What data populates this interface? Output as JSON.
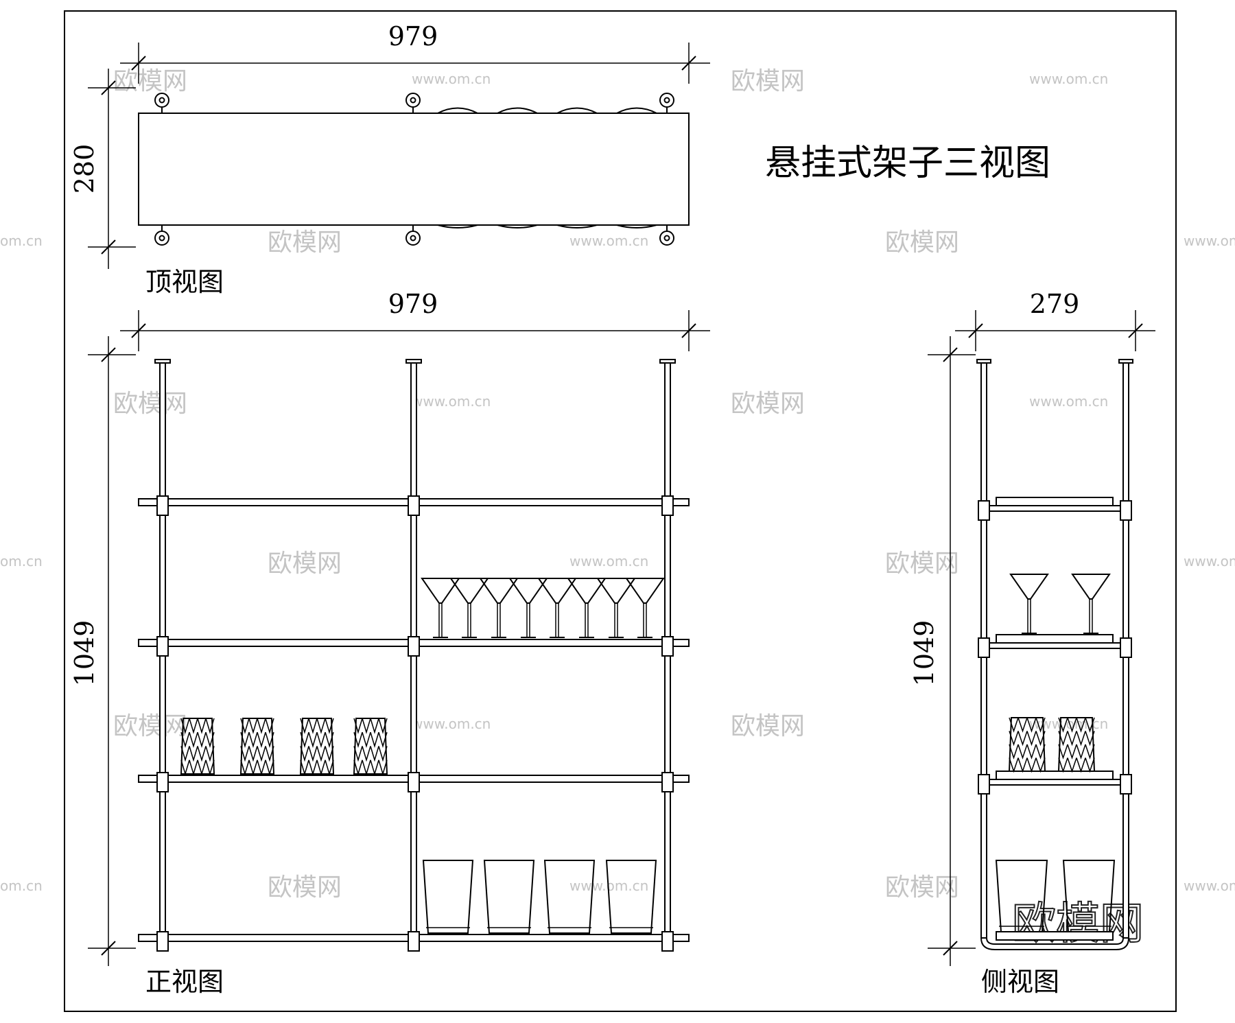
{
  "title": "悬挂式架子三视图",
  "top_view": {
    "label": "顶视图",
    "width_dim": "979",
    "depth_dim": "280"
  },
  "front_view": {
    "label": "正视图",
    "width_dim": "979",
    "height_dim": "1049"
  },
  "side_view": {
    "label": "侧视图",
    "width_dim": "279",
    "height_dim": "1049"
  },
  "watermark": {
    "brand": "欧模网",
    "url": "www.om.cn",
    "url_fragment": "om.cn"
  }
}
